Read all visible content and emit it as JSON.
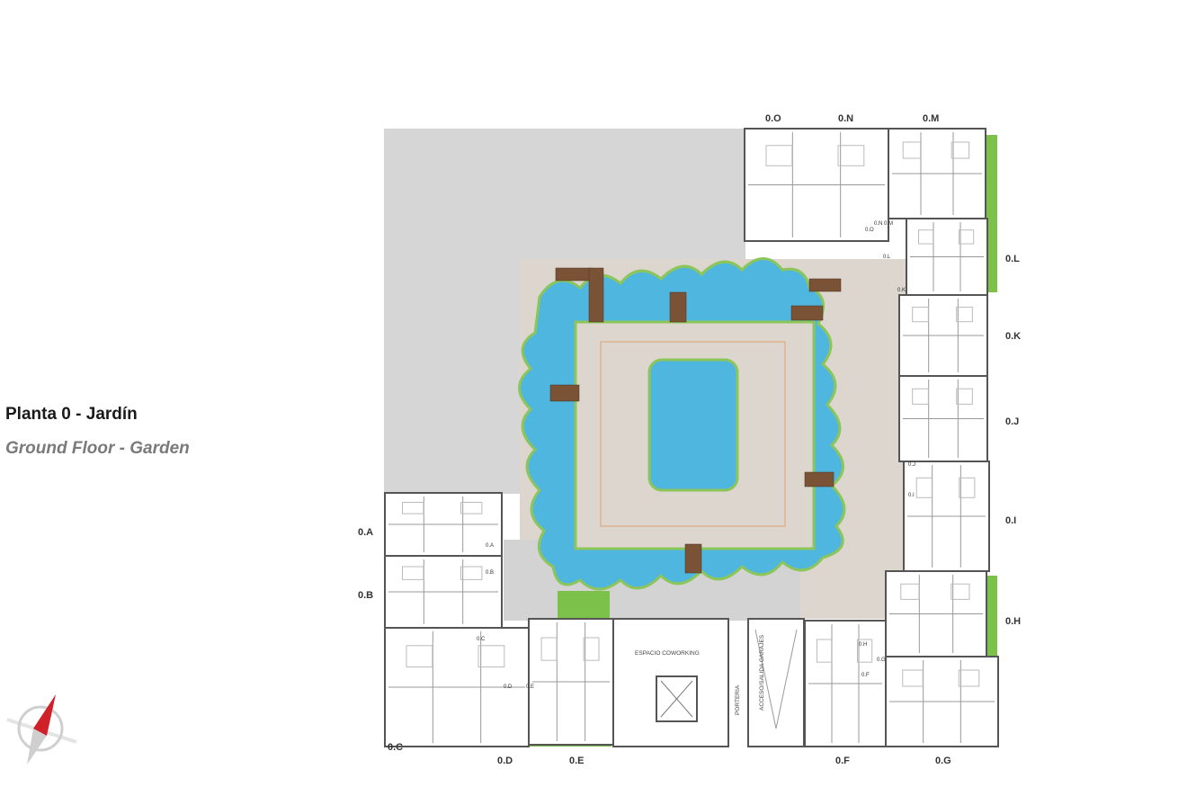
{
  "title": "Planta 0 - Jardín",
  "subtitle": "Ground Floor - Garden",
  "units": [
    "0.A",
    "0.B",
    "0.C",
    "0.D",
    "0.E",
    "0.F",
    "0.G",
    "0.H",
    "0.I",
    "0.J",
    "0.K",
    "0.L",
    "0.M",
    "0.N",
    "0.O"
  ],
  "door_tags": [
    "0.N 0.M",
    "0.O",
    "0.L",
    "0.K",
    "0.J",
    "0.I",
    "0.A",
    "0.B",
    "0.C",
    "0.D",
    "0.E",
    "0.F",
    "0.G",
    "0.H"
  ],
  "rooms": {
    "coworking": "ESPACIO COWORKING",
    "porteria": "PORTERIA",
    "garage": "ACCESO/SALIDA GARAJES"
  },
  "colors": {
    "pool": "#4fb6df",
    "garden": "#7cc24a",
    "paving": "#ddd6ce",
    "deck": "#7a5336",
    "plot": "#d6d6d6",
    "compass_north": "#d0202a"
  }
}
